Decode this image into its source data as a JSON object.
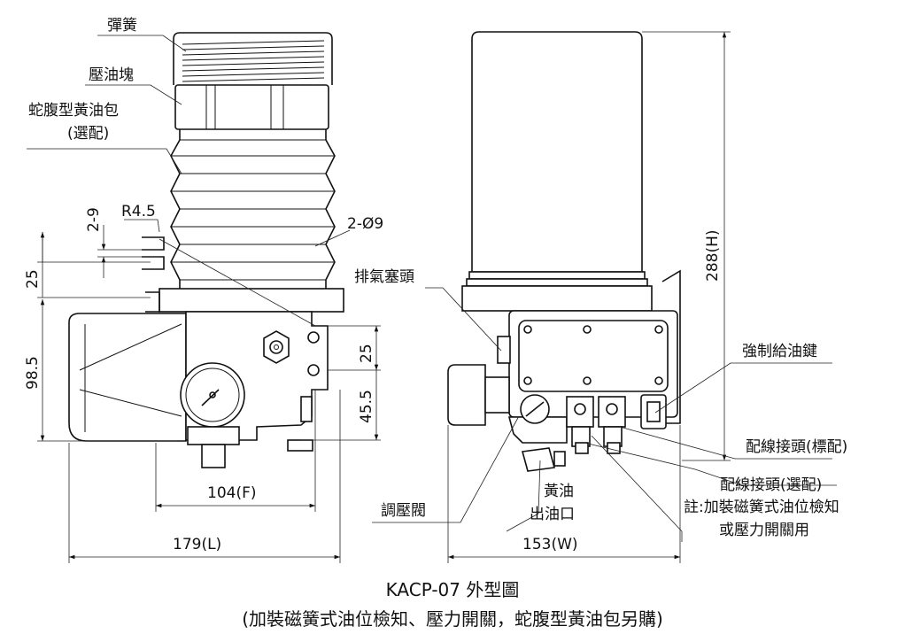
{
  "labels": {
    "spring": "彈簧",
    "pressure_block": "壓油塊",
    "bellows_line1": "蛇腹型黃油包",
    "bellows_line2": "(選配)",
    "vent_plug": "排氣塞頭",
    "force_key": "強制給油鍵",
    "wiring_std": "配線接頭(標配)",
    "wiring_opt": "配線接頭(選配)",
    "note_line1": "註:加裝磁簧式油位檢知",
    "note_line2": "或壓力開關用",
    "grease_line1": "黃油",
    "grease_line2": "出油口",
    "valve": "調壓閥"
  },
  "dimensions": {
    "d_2_9": "2-9",
    "r45": "R4.5",
    "holes": "2-Ø9",
    "d25_left": "25",
    "d985": "98.5",
    "d25_right": "25",
    "d455": "45.5",
    "f104": "104(F)",
    "l179": "179(L)",
    "w153": "153(W)",
    "h288": "288(H)"
  },
  "caption": {
    "title": "KACP-07 外型圖",
    "subtitle": "(加裝磁簧式油位檢知、壓力開關，蛇腹型黃油包另購)"
  }
}
